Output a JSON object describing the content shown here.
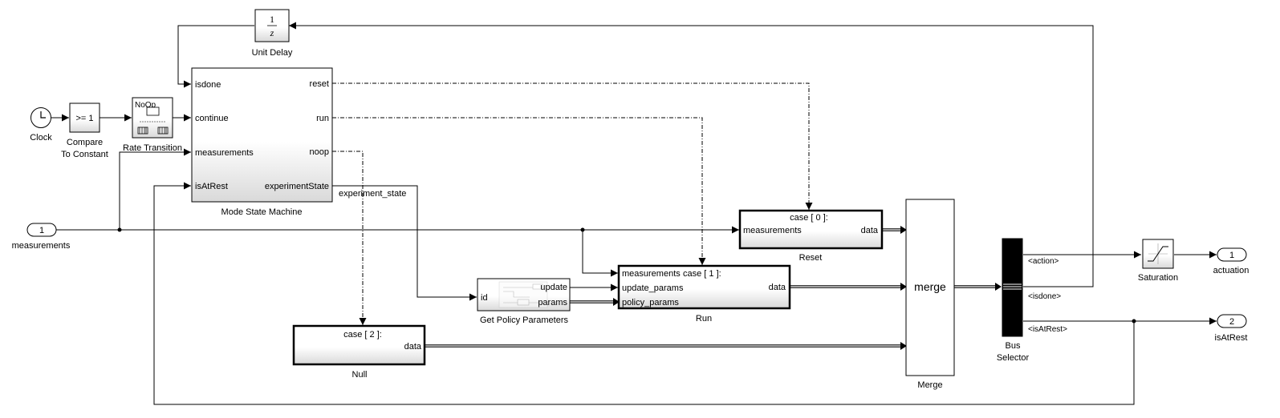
{
  "blocks": {
    "clock": "Clock",
    "compare_line1": "Compare",
    "compare_line2": "To Constant",
    "compare_expr": ">= 1",
    "rate_transition": "Rate Transition",
    "rate_icon_text": "NoOp",
    "unit_delay": "Unit Delay",
    "unit_delay_num": "1",
    "unit_delay_den": "z",
    "mode_state_machine": "Mode State Machine",
    "get_policy_parameters": "Get Policy Parameters",
    "reset": "Reset",
    "run": "Run",
    "null": "Null",
    "merge": "Merge",
    "merge_icon": "merge",
    "bus_selector_line1": "Bus",
    "bus_selector_line2": "Selector",
    "saturation": "Saturation"
  },
  "ports": {
    "in1_num": "1",
    "in1_name": "measurements",
    "out1_num": "1",
    "out1_name": "actuation",
    "out2_num": "2",
    "out2_name": "isAtRest"
  },
  "msm_ports": {
    "in_isdone": "isdone",
    "in_continue": "continue",
    "in_measurements": "measurements",
    "in_isatrest": "isAtRest",
    "out_reset": "reset",
    "out_run": "run",
    "out_noop": "noop",
    "out_state": "experimentState"
  },
  "signals": {
    "experiment_state": "experiment_state"
  },
  "gpp_ports": {
    "in_id": "id",
    "out_update": "update",
    "out_params": "params"
  },
  "reset_ports": {
    "case": "case [ 0 ]:",
    "in_measurements": "measurements",
    "out_data": "data"
  },
  "run_ports": {
    "in_measurements": "measurements",
    "case": "case [ 1 ]:",
    "in_update": "update_params",
    "in_policy": "policy_params",
    "out_data": "data"
  },
  "null_ports": {
    "case": "case [ 2 ]:",
    "out_data": "data"
  },
  "bus_selector_ports": {
    "action": "<action>",
    "isdone": "<isdone>",
    "isatrest": "<isAtRest>"
  }
}
